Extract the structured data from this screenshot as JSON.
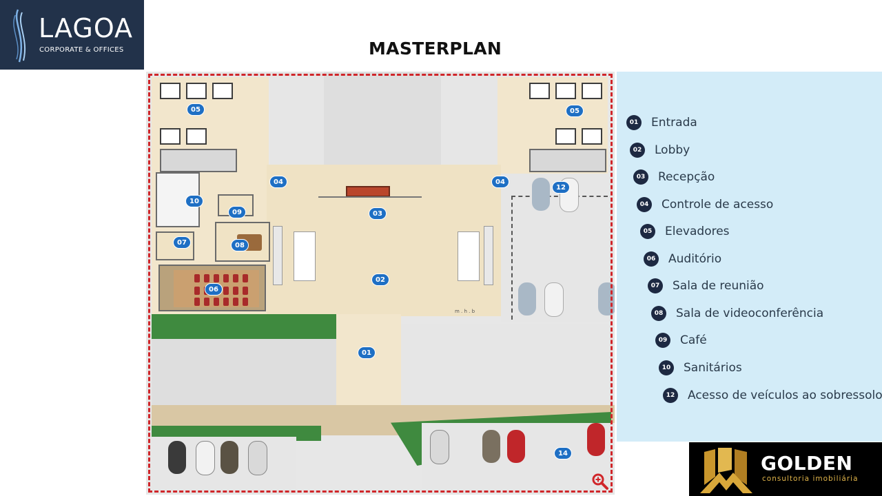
{
  "header": {
    "brand_name": "LAGOA",
    "brand_tagline": "CORPORATE & OFFICES",
    "page_title": "MASTERPLAN"
  },
  "plan": {
    "markers": [
      "01",
      "02",
      "03",
      "04",
      "04",
      "05",
      "05",
      "06",
      "07",
      "08",
      "09",
      "10",
      "12",
      "14"
    ],
    "watermark": "m . h . b"
  },
  "legend": {
    "items": [
      {
        "num": "01",
        "label": "Entrada"
      },
      {
        "num": "02",
        "label": "Lobby"
      },
      {
        "num": "03",
        "label": "Recepção"
      },
      {
        "num": "04",
        "label": "Controle de acesso"
      },
      {
        "num": "05",
        "label": "Elevadores"
      },
      {
        "num": "06",
        "label": "Auditório"
      },
      {
        "num": "07",
        "label": "Sala de reunião"
      },
      {
        "num": "08",
        "label": "Sala de videoconferência"
      },
      {
        "num": "09",
        "label": "Café"
      },
      {
        "num": "10",
        "label": "Sanitários"
      },
      {
        "num": "12",
        "label": "Acesso de veículos ao sobressolo"
      }
    ]
  },
  "footer_logo": {
    "name": "GOLDEN",
    "tagline": "consultoria imobiliária"
  },
  "colors": {
    "marker": "#1e6fc4",
    "legend_bg": "#d3ecf8",
    "legend_badge": "#1d2942",
    "plan_border": "#d0262a",
    "brand_navy": "#22324a",
    "golden_accent": "#e0b44a"
  },
  "icons": [
    "lagoa-wave-logo-icon",
    "golden-logo-icon",
    "zoom-in-icon"
  ]
}
